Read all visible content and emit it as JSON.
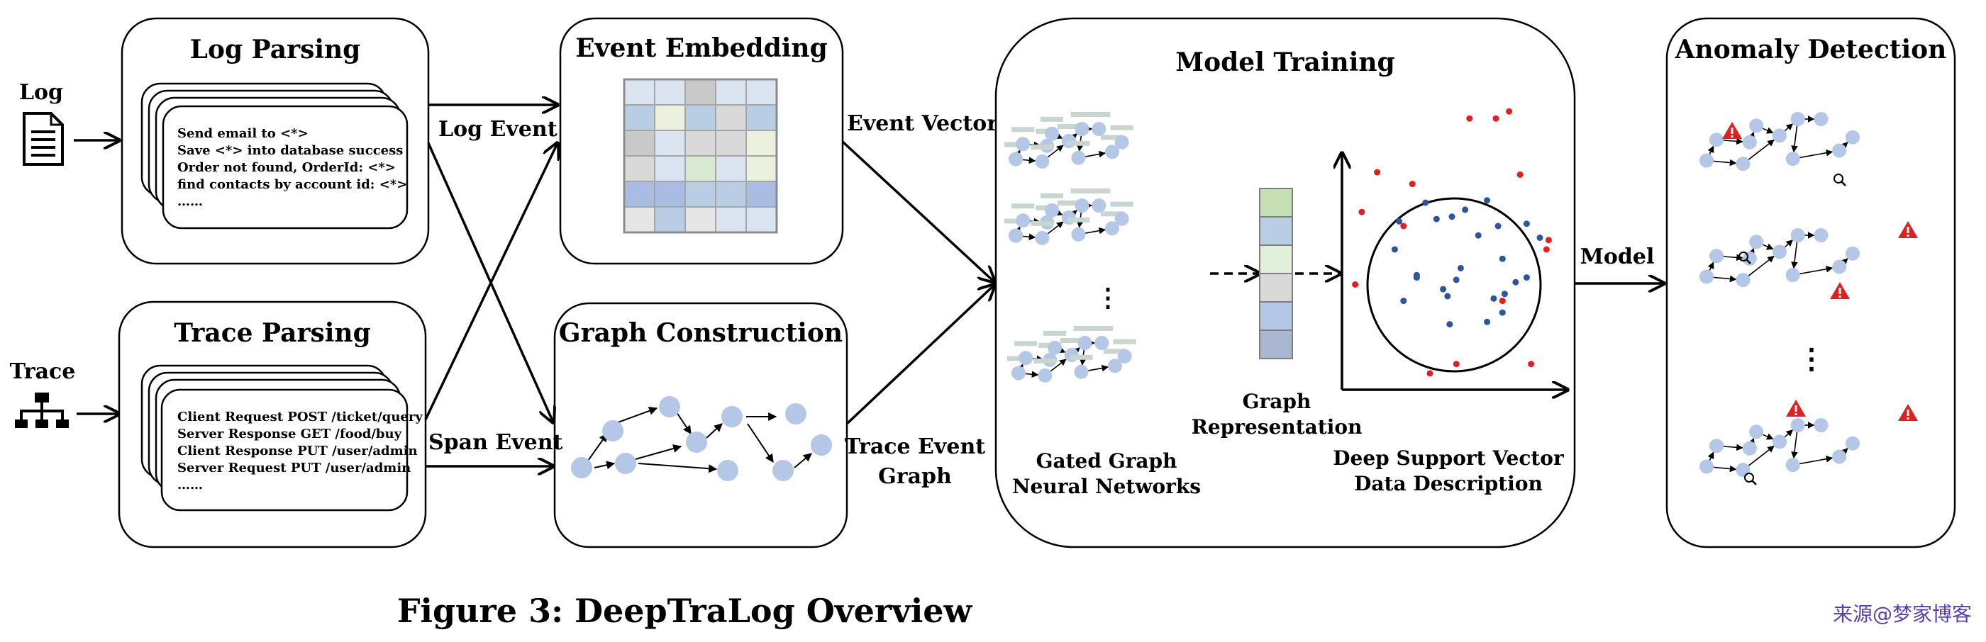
{
  "inputs": {
    "log": "Log",
    "trace": "Trace"
  },
  "stages": {
    "log_parsing": "Log Parsing",
    "trace_parsing": "Trace Parsing",
    "event_embedding": "Event Embedding",
    "graph_construction": "Graph Construction",
    "model_training": "Model Training",
    "anomaly_detection": "Anomaly Detection"
  },
  "log_templates": [
    "Send email to <*>",
    "Save <*> into database success",
    "Order not found, OrderId: <*>",
    "find contacts by account id: <*>",
    "……"
  ],
  "trace_spans": [
    "Client Request POST /ticket/query",
    "Server Response GET /food/buy",
    "Client Response PUT /user/admin",
    "Server Request PUT /user/admin",
    "……"
  ],
  "edge_labels": {
    "log_event": "Log Event",
    "span_event": "Span Event",
    "event_vector": "Event Vector",
    "trace_event_graph": [
      "Trace Event",
      "Graph"
    ],
    "model": "Model"
  },
  "model_training": {
    "ggnn": [
      "Gated Graph",
      "Neural Networks"
    ],
    "graph_repr": [
      "Graph",
      "Representation"
    ],
    "dsvdd": [
      "Deep Support Vector",
      "Data Description"
    ],
    "dots": "⋮"
  },
  "anomaly_dots": "⋮",
  "caption": "Figure 3: DeepTraLog Overview",
  "watermark": "来源@梦家博客",
  "colors": {
    "node": "#b4c7e7",
    "normal_point": "#2e5597",
    "anomaly_point": "#e02020",
    "warning": "#e02020",
    "embedding_grid": [
      [
        "#dbe5f1",
        "#dbe5f1",
        "#c9c9c9",
        "#dbe5f1",
        "#dbe5f1"
      ],
      [
        "#b9cde5",
        "#ebf1de",
        "#b9cde5",
        "#d9d9d9",
        "#b9cde5"
      ],
      [
        "#c9c9c9",
        "#dbe5f1",
        "#d9d9d9",
        "#d9d9d9",
        "#ebf1de"
      ],
      [
        "#d9d9d9",
        "#dbe5f1",
        "#d9ead3",
        "#dbe5f1",
        "#ebf1de"
      ],
      [
        "#a9bde4",
        "#a9bde4",
        "#b9cde5",
        "#b9cde5",
        "#a9bde4"
      ],
      [
        "#e6e6e6",
        "#b9cde5",
        "#e6e6e6",
        "#dbe5f1",
        "#dbe5f1"
      ]
    ],
    "representation_column": [
      "#c6e0b4",
      "#b9cde5",
      "#e2efda",
      "#d9d9d9",
      "#b4c7e7",
      "#a9b8d0"
    ]
  }
}
